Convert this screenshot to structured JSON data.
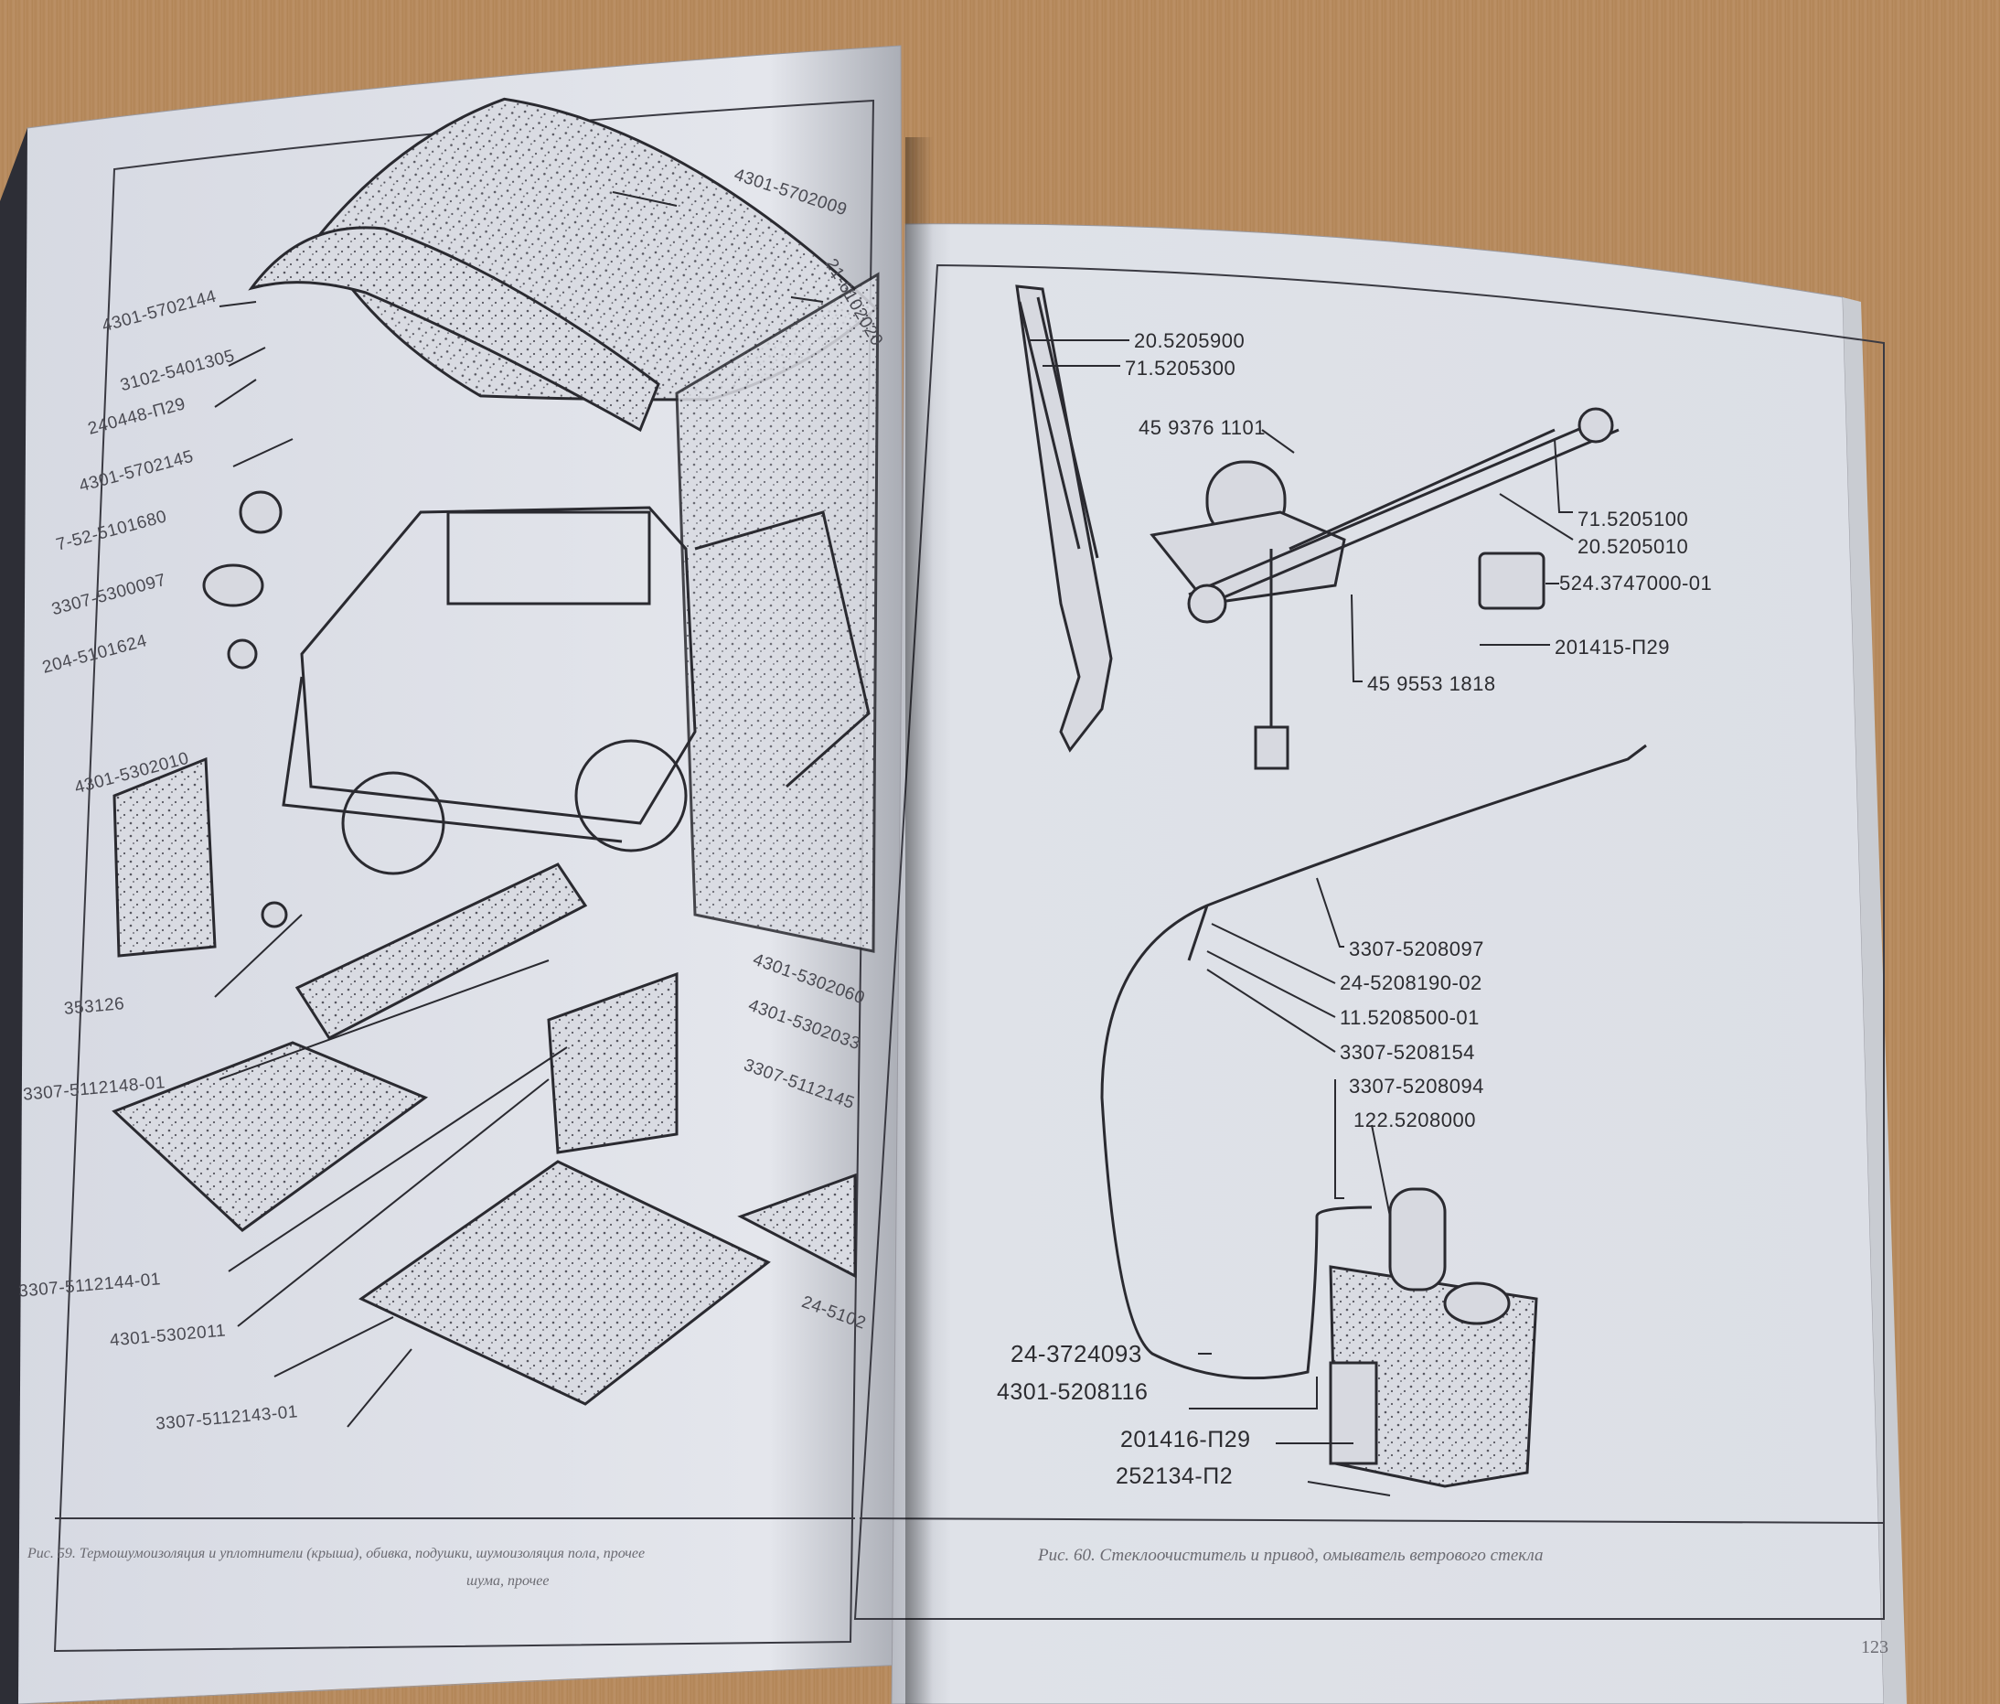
{
  "right_page": {
    "page_number": "123",
    "caption": "Рис. 60. Стеклоочиститель и привод, омыватель ветрового стекла",
    "part_labels": [
      "20.5205900",
      "71.5205300",
      "45 9376 1101",
      "71.5205100",
      "20.5205010",
      "524.3747000-01",
      "201415-П29",
      "45 9553 1818",
      "3307-5208097",
      "24-5208190-02",
      "11.5208500-01",
      "3307-5208154",
      "3307-5208094",
      "122.5208000",
      "24-3724093",
      "4301-5208116",
      "201416-П29",
      "252134-П2"
    ]
  },
  "left_page": {
    "caption": "Рис. 59. Термошумоизоляция и уплотнители (крыша), обивка, подушки, шумоизоляция пола, прочее",
    "caption_line2": "шума, прочее",
    "part_labels": [
      "4301-5702009",
      "21-6102020",
      "4301-5702144",
      "3102-5401305",
      "240448-П29",
      "4301-5702145",
      "7-52-5101680",
      "3307-5300097",
      "204-5101624",
      "4301-5302010",
      "353126",
      "3307-5112148-01",
      "4301-5302060",
      "4301-5302033",
      "3307-5112145",
      "3307-5112144-01",
      "4301-5302011",
      "3307-5112143-01",
      "24-5102"
    ]
  }
}
